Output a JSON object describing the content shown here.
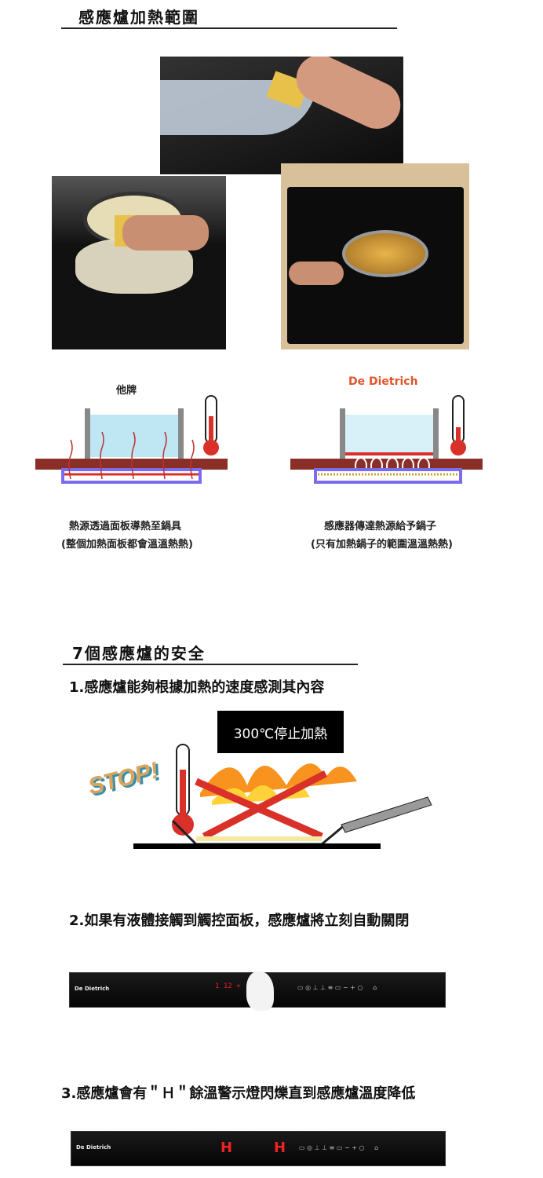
{
  "section1": {
    "title": "感應爐加熱範圍",
    "left_label": "他牌",
    "right_label": "De Dietrich",
    "left_caption": "熱源透過面板導熱至鍋具",
    "left_note": "(整個加熱面板都會溫溫熱熱)",
    "right_caption": "感應器傳達熱源給予鍋子",
    "right_note": "(只有加熱鍋子的範圍溫溫熱熱)"
  },
  "section2": {
    "title": "7個感應爐的安全",
    "item1": "1.感應爐能夠根據加熱的速度感測其內容",
    "stop_box": "300℃停止加熱",
    "stop_text": "STOP!",
    "item2": "2.如果有液體接觸到觸控面板，感應爐將立刻自動關閉",
    "item3": "3.感應爐會有＂Ｈ＂餘溫警示燈閃爍直到感應爐溫度降低",
    "panel_brand": "De Dietrich",
    "warning_symbol": "H"
  },
  "colors": {
    "brand": "#e0552a",
    "heat": "#d9302a",
    "coil": "#7a6cf0"
  }
}
